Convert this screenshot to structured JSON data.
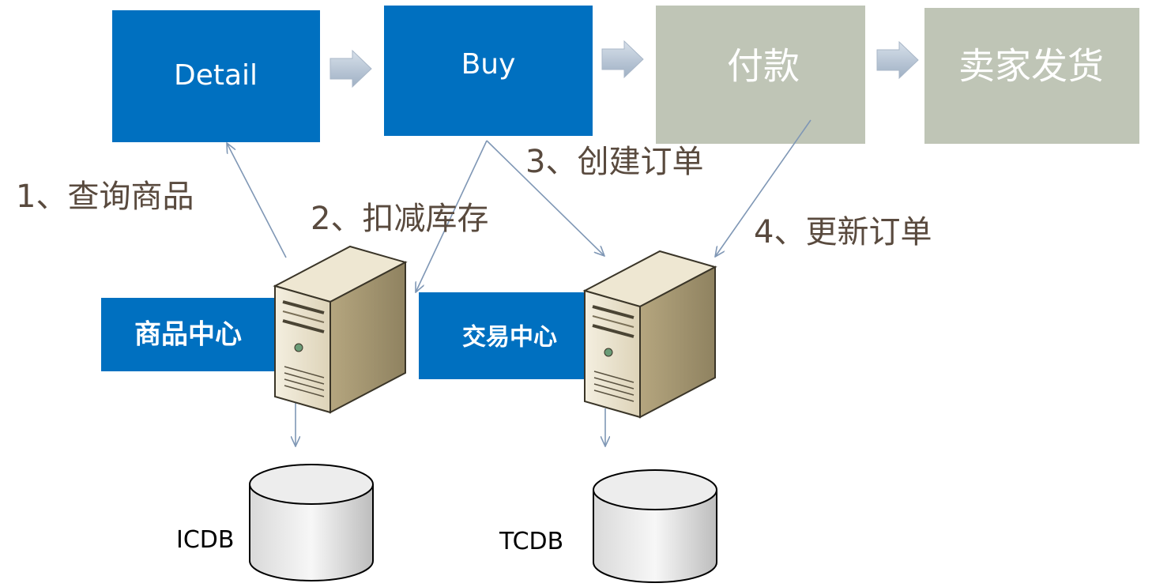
{
  "flow": {
    "steps": [
      {
        "label": "Detail",
        "state": "active"
      },
      {
        "label": "Buy",
        "state": "active"
      },
      {
        "label": "付款",
        "state": "inactive"
      },
      {
        "label": "卖家发货",
        "state": "inactive"
      }
    ]
  },
  "annotations": {
    "step1": "1、查询商品",
    "step2": "2、扣减库存",
    "step3": "3、创建订单",
    "step4": "4、更新订单"
  },
  "services": {
    "item_center": "商品中心",
    "trade_center": "交易中心"
  },
  "databases": {
    "item_db": "ICDB",
    "trade_db": "TCDB"
  },
  "colors": {
    "active_box": "#0070c0",
    "inactive_box": "#bfc5b6",
    "annotation_text": "#594a3e",
    "connector": "#7f97b5"
  },
  "icons": {
    "flow_arrow": "right-chevron-arrow-icon",
    "server": "server-tower-icon",
    "database": "database-cylinder-icon"
  }
}
